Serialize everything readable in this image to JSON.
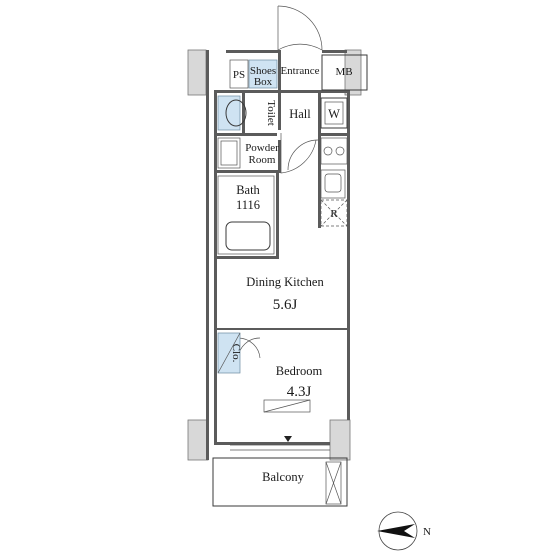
{
  "rooms": {
    "ps": "PS",
    "shoes_box_line1": "Shoes",
    "shoes_box_line2": "Box",
    "entrance": "Entrance",
    "mb": "MB",
    "toilet": "Toilet",
    "hall": "Hall",
    "w": "W",
    "powder_room_line1": "Powder",
    "powder_room_line2": "Room",
    "bath_name": "Bath",
    "bath_size": "1116",
    "refrigerator": "R",
    "dining_kitchen_name": "Dining Kitchen",
    "dining_kitchen_size": "5.6J",
    "closet": "Clo.",
    "bedroom_name": "Bedroom",
    "bedroom_size": "4.3J",
    "balcony": "Balcony"
  },
  "compass": {
    "north_label": "N"
  },
  "colors": {
    "storage_fill": "#cfe3f2",
    "wall": "#5b5b5b"
  }
}
